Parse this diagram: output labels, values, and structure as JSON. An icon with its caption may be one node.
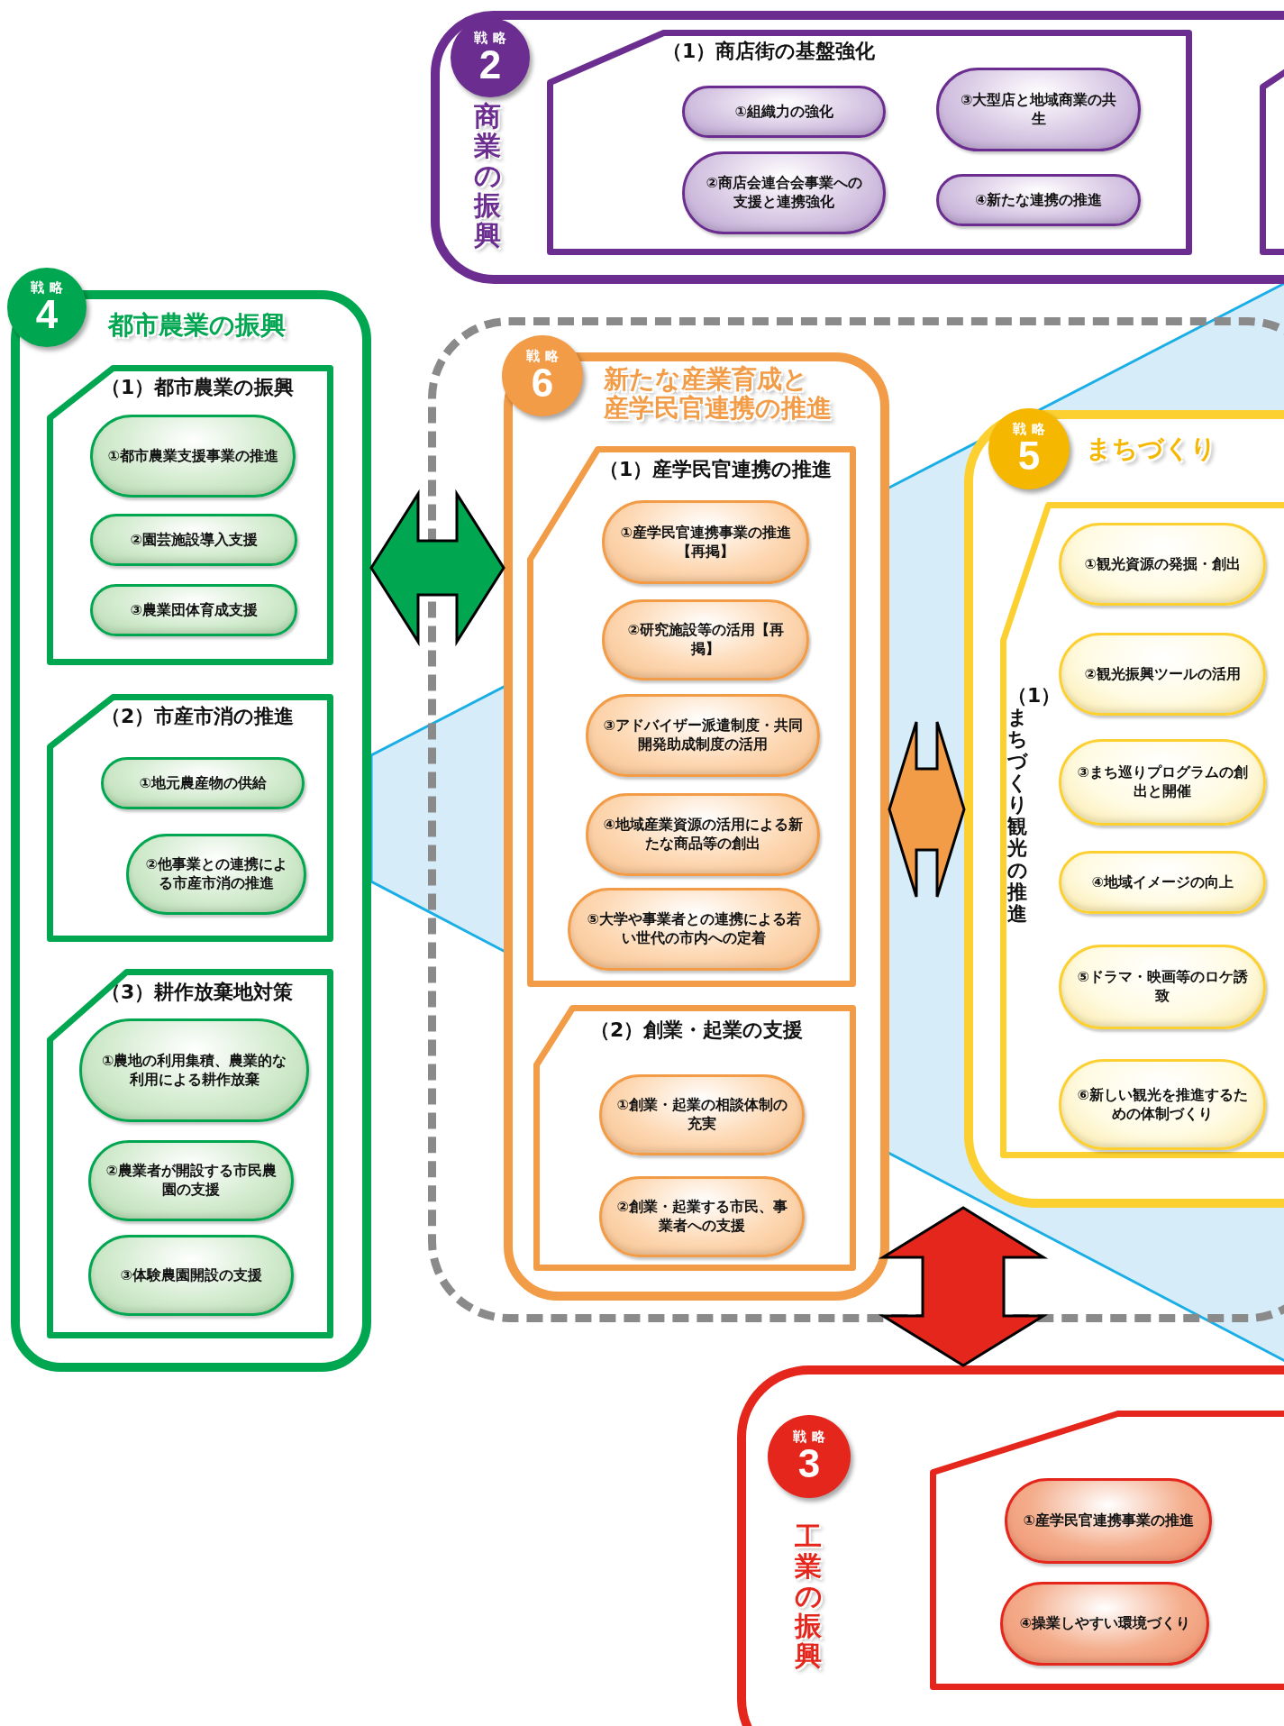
{
  "diagram": {
    "nodes": [
      {
        "text": [
          "商業の振興"
        ]
      },
      {
        "text": [
          "戦略",
          "2"
        ],
        "in": 0
      },
      {
        "text": [
          "（1）商店街の基盤強化"
        ],
        "in": 0
      },
      {
        "text": [
          "①組織力の強化"
        ],
        "in": 2
      },
      {
        "text": [
          "③大型店と地域商業の共生"
        ],
        "in": 2
      },
      {
        "text": [
          "②商店会連合会事業への支援と連携強化"
        ],
        "in": 2
      },
      {
        "text": [
          "④新たな連携の推進"
        ],
        "in": 2
      },
      {
        "text": [],
        "shape": "box",
        "in": 0
      },
      {
        "text": [
          "都市農業の振興"
        ]
      },
      {
        "text": [
          "戦略",
          "4"
        ]
      },
      {
        "text": [
          "（1）都市農業の振興"
        ],
        "in": 8
      },
      {
        "text": [
          "①都市農業支援事業の推進"
        ],
        "in": 10
      },
      {
        "text": [
          "②園芸施設導入支援"
        ],
        "in": 10
      },
      {
        "text": [
          "③農業団体育成支援"
        ],
        "in": 10
      },
      {
        "text": [
          "（2）市産市消の推進"
        ],
        "in": 8
      },
      {
        "text": [
          "①地元農産物の供給"
        ],
        "in": 14
      },
      {
        "text": [
          "②他事業との連携による市産市消の推進"
        ],
        "in": 14
      },
      {
        "text": [
          "（3）耕作放棄地対策"
        ],
        "in": 8
      },
      {
        "text": [
          "①農地の利用集積、農業的な利用による耕作放棄"
        ],
        "in": 17
      },
      {
        "text": [
          "②農業者が開設する市民農園の支援"
        ],
        "in": 17
      },
      {
        "text": [
          "③体験農園開設の支援"
        ],
        "in": 17
      },
      {
        "text": [],
        "shape": "box"
      },
      {
        "text": [
          "新たな産業育成と産学民官連携の推進"
        ],
        "in": 21
      },
      {
        "text": [
          "戦略",
          "6"
        ],
        "in": 21
      },
      {
        "text": [
          "（1）産学民官連携の推進"
        ],
        "in": 22
      },
      {
        "text": [
          "①産学民官連携事業の推進【再掲】"
        ],
        "in": 24
      },
      {
        "text": [
          "②研究施設等の活用【再掲】"
        ],
        "in": 24
      },
      {
        "text": [
          "③アドバイザー派遣制度・共同開発助成制度の活用"
        ],
        "in": 24
      },
      {
        "text": [
          "④地域産業資源の活用による新たな商品等の創出"
        ],
        "in": 24
      },
      {
        "text": [
          "⑤大学や事業者との連携による若い世代の市内への定着"
        ],
        "in": 24
      },
      {
        "text": [
          "（2）創業・起業の支援"
        ],
        "in": 22
      },
      {
        "text": [
          "①創業・起業の相談体制の充実"
        ],
        "in": 30
      },
      {
        "text": [
          "②創業・起業する市民、事業者への支援"
        ],
        "in": 30
      },
      {
        "text": [
          "まちづくり"
        ],
        "in": 21
      },
      {
        "text": [
          "戦略",
          "5"
        ],
        "in": 33
      },
      {
        "text": [
          "（1）まちづくり観光の推進"
        ],
        "in": 33
      },
      {
        "text": [
          "①観光資源の発掘・創出"
        ],
        "in": 35
      },
      {
        "text": [
          "②観光振興ツールの活用"
        ],
        "in": 35
      },
      {
        "text": [
          "③まち巡りプログラムの創出と開催"
        ],
        "in": 35
      },
      {
        "text": [
          "④地域イメージの向上"
        ],
        "in": 35
      },
      {
        "text": [
          "⑤ドラマ・映画等のロケ誘致"
        ],
        "in": 35
      },
      {
        "text": [
          "⑥新しい観光を推進するための体制づくり"
        ],
        "in": 35
      },
      {
        "text": [
          "工業の振興"
        ]
      },
      {
        "text": [
          "戦略",
          "3"
        ],
        "in": 42
      },
      {
        "text": [],
        "shape": "box",
        "in": 42
      },
      {
        "text": [
          "①産学民官連携事業の推進"
        ],
        "in": 44
      },
      {
        "text": [
          "④操業しやすい環境づくり"
        ],
        "in": 44
      }
    ],
    "edges": [
      {
        "from": 8,
        "to": 22,
        "arrow": "both",
        "color": "#00a650"
      },
      {
        "from": 22,
        "to": 33,
        "arrow": "both",
        "color": "#f29c48"
      },
      {
        "from": 33,
        "to": 42,
        "arrow": "both",
        "color": "#e4261c"
      }
    ]
  }
}
